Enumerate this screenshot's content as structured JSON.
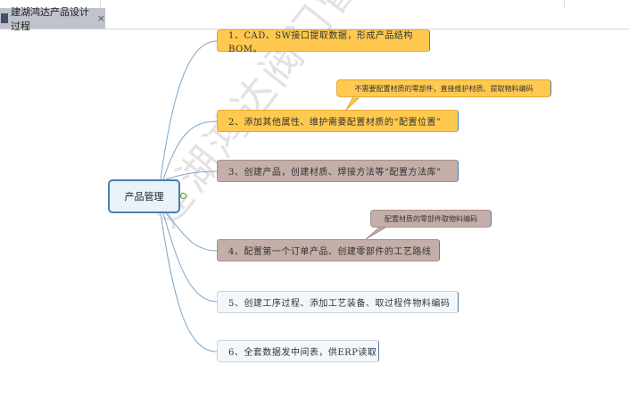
{
  "tab": {
    "title": "建湖鸿达产品设计过程",
    "close": "×"
  },
  "center": "产品管理",
  "nodes": [
    "1、CAD、SW接口提取数据，形成产品结构BOM。",
    "2、添加其他属性、维护需要配置材质的“配置位置”",
    "3、创建产品，创建材质、焊接方法等“配置方法库”",
    "4、配置第一个订单产品、创建零部件的工艺路线",
    "5、创建工序过程、添加工艺装备、取过程件物料编码",
    "6、全套数据发中间表，供ERP读取"
  ],
  "callouts": [
    "不需要配置材质的零部件，直接维护材质、提取物料编码",
    "配置材质的零部件取物料编码"
  ],
  "watermark": "建湖鸿达阀门管件有限公司",
  "colors": {
    "yellow": "#ffc94f",
    "brown": "#c4aea8",
    "white": "#f3f7fc",
    "accent": "#4a7fb0"
  }
}
